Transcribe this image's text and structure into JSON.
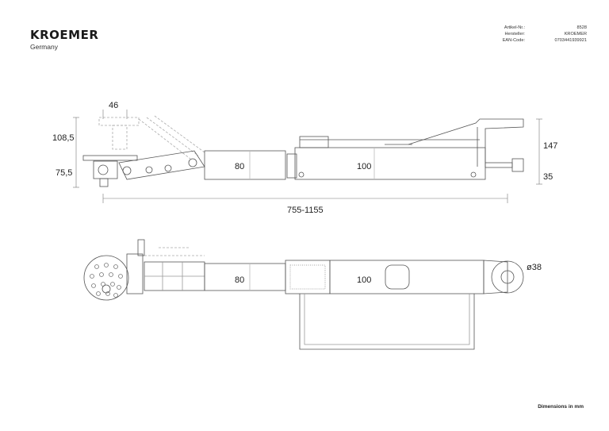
{
  "brand": {
    "name": "KROEMER",
    "subtitle": "Germany"
  },
  "meta": [
    {
      "label": "Artikel-Nr.:",
      "value": "8528"
    },
    {
      "label": "Hersteller:",
      "value": "KROEMER"
    },
    {
      "label": "EAN-Code:",
      "value": "0703441939921"
    }
  ],
  "side_view": {
    "dim_46": "46",
    "dim_108": "108,5",
    "dim_75": "75,5",
    "dim_80": "80",
    "dim_100": "100",
    "dim_147": "147",
    "dim_35": "35",
    "dim_length": "755-1155"
  },
  "top_view": {
    "dim_80": "80",
    "dim_100": "100",
    "dim_diameter": "ø38"
  },
  "footer": "Dimensions in mm"
}
